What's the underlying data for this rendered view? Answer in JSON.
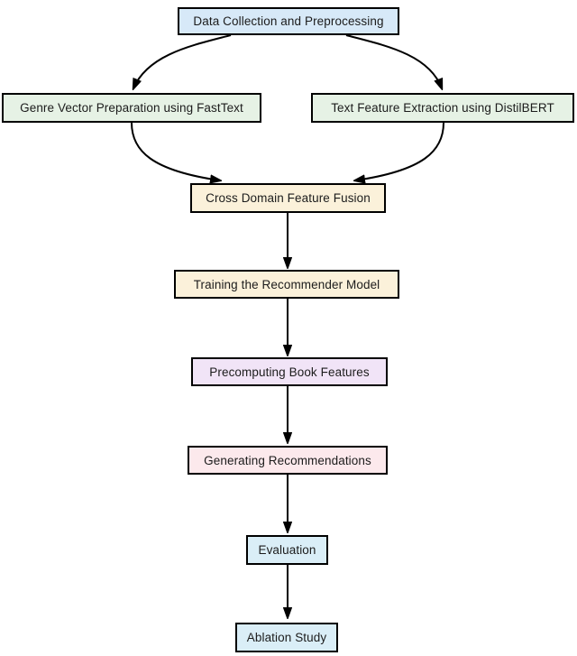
{
  "diagram": {
    "type": "flowchart",
    "background": "#ffffff",
    "edge_color": "#000000",
    "border_color": "#000000"
  },
  "nodes": [
    {
      "id": "data-collection",
      "label": "Data Collection and Preprocessing",
      "fill": "#d7e9f8"
    },
    {
      "id": "genre-vector",
      "label": "Genre Vector Preparation using FastText",
      "fill": "#e6f2e5"
    },
    {
      "id": "text-feature",
      "label": "Text Feature Extraction using DistilBERT",
      "fill": "#e6f2e5"
    },
    {
      "id": "cross-domain",
      "label": "Cross Domain Feature Fusion",
      "fill": "#fbf1da"
    },
    {
      "id": "training",
      "label": "Training the Recommender Model",
      "fill": "#fbf1da"
    },
    {
      "id": "precomputing",
      "label": "Precomputing Book Features",
      "fill": "#f1e4f7"
    },
    {
      "id": "generating",
      "label": "Generating Recommendations",
      "fill": "#fce9ec"
    },
    {
      "id": "evaluation",
      "label": "Evaluation",
      "fill": "#daeef7"
    },
    {
      "id": "ablation",
      "label": "Ablation Study",
      "fill": "#daeef7"
    }
  ],
  "edges": [
    {
      "from": "data-collection",
      "to": "genre-vector"
    },
    {
      "from": "data-collection",
      "to": "text-feature"
    },
    {
      "from": "genre-vector",
      "to": "cross-domain"
    },
    {
      "from": "text-feature",
      "to": "cross-domain"
    },
    {
      "from": "cross-domain",
      "to": "training"
    },
    {
      "from": "training",
      "to": "precomputing"
    },
    {
      "from": "precomputing",
      "to": "generating"
    },
    {
      "from": "generating",
      "to": "evaluation"
    },
    {
      "from": "evaluation",
      "to": "ablation"
    }
  ]
}
